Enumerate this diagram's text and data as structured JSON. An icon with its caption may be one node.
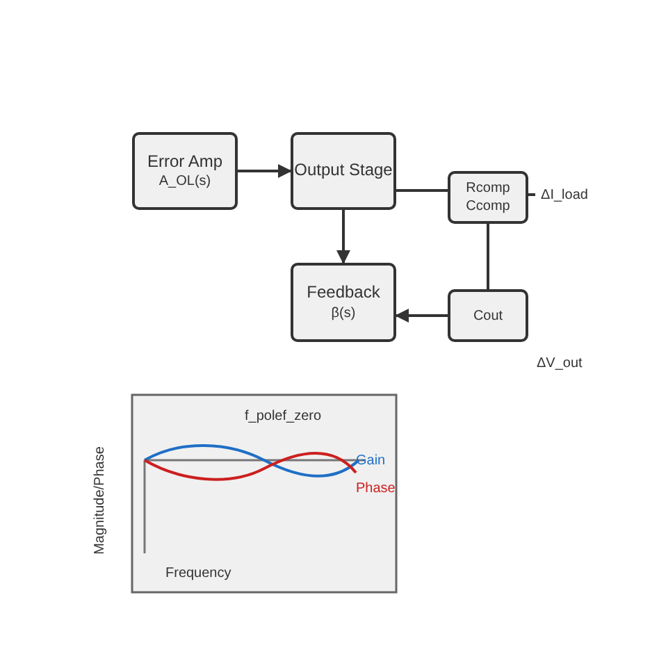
{
  "diagram": {
    "nodes": [
      {
        "text": [
          "Error Amp",
          "A_OL(s)"
        ]
      },
      {
        "text": [
          "Output Stage"
        ]
      },
      {
        "text": [
          "Rcomp Ccomp"
        ]
      },
      {
        "text": [
          "Feedback",
          "β(s)"
        ]
      },
      {
        "text": [
          "Cout"
        ]
      },
      {
        "text": [
          "ΔI_load"
        ]
      }
    ],
    "edges": [
      {
        "from": 0,
        "to": 1,
        "arrow": "to"
      },
      {
        "from": 1,
        "to": 3,
        "arrow": "to"
      },
      {
        "from": 1,
        "to": 2,
        "arrow": "none"
      },
      {
        "from": 2,
        "to": 4,
        "arrow": "none"
      },
      {
        "from": 4,
        "to": 3,
        "arrow": "to"
      },
      {
        "from": 2,
        "to": 5,
        "arrow": "none",
        "style": "dashed"
      }
    ],
    "labels": [
      "ΔV_out",
      "f_polef_zero",
      "Magnitude/Phase",
      "Frequency"
    ],
    "legend": [
      {
        "text": "Gain",
        "color": "#1f6fc5"
      },
      {
        "text": "Phase",
        "color": "#cc1f1f"
      }
    ]
  }
}
